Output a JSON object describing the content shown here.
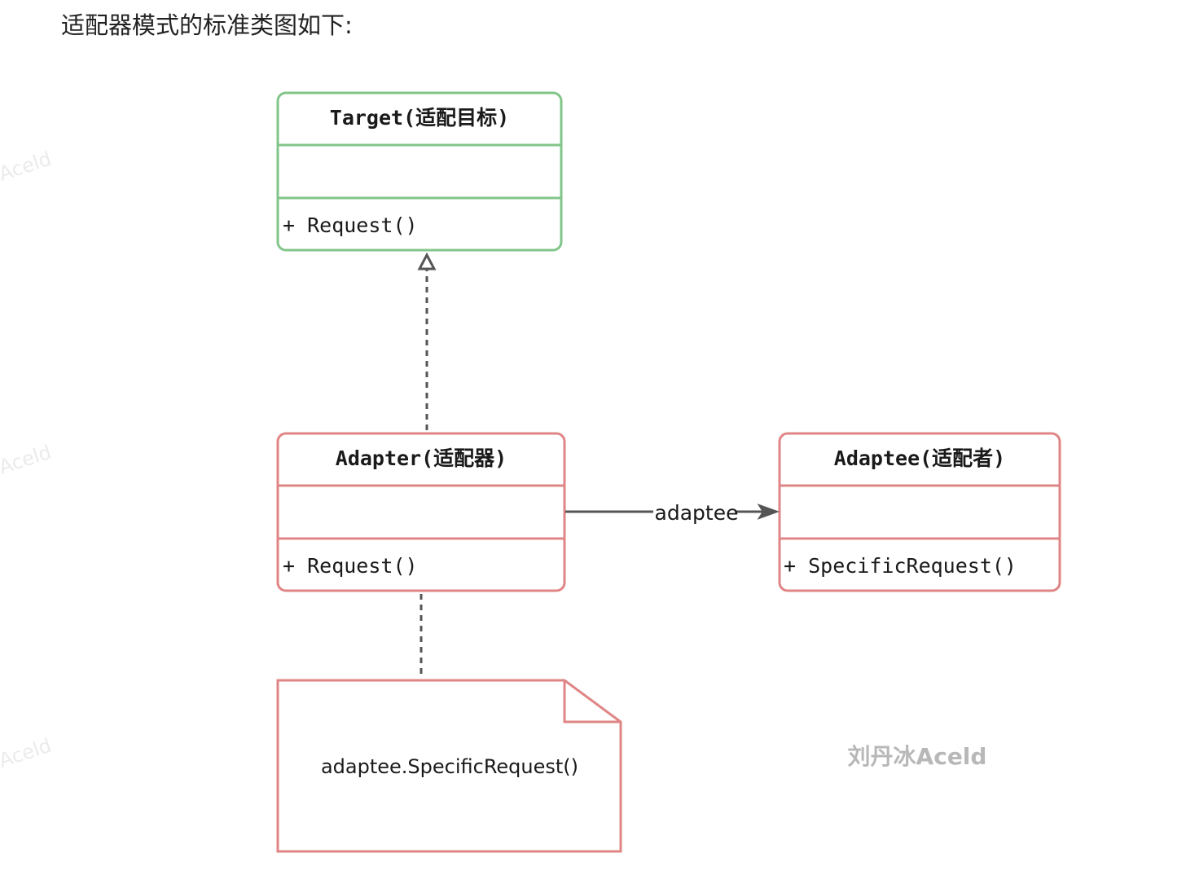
{
  "intro_text": "适配器模式的标准类图如下:",
  "classes": {
    "target": {
      "title": "Target(适配目标)",
      "attributes": "",
      "method": "+ Request()"
    },
    "adapter": {
      "title": "Adapter(适配器)",
      "attributes": "",
      "method": "+ Request()"
    },
    "adaptee": {
      "title": "Adaptee(适配者)",
      "attributes": "",
      "method": "+ SpecificRequest()"
    }
  },
  "association_label": "adaptee",
  "note_text": "adaptee.SpecificRequest()",
  "watermarks": {
    "author": "刘丹冰Aceld",
    "faint": [
      "Aceld",
      "Aceld",
      "Aceld"
    ]
  },
  "colors": {
    "target_border": "#82c589",
    "adapter_border": "#e08585",
    "connector": "#555555",
    "background": "#ffffff"
  }
}
